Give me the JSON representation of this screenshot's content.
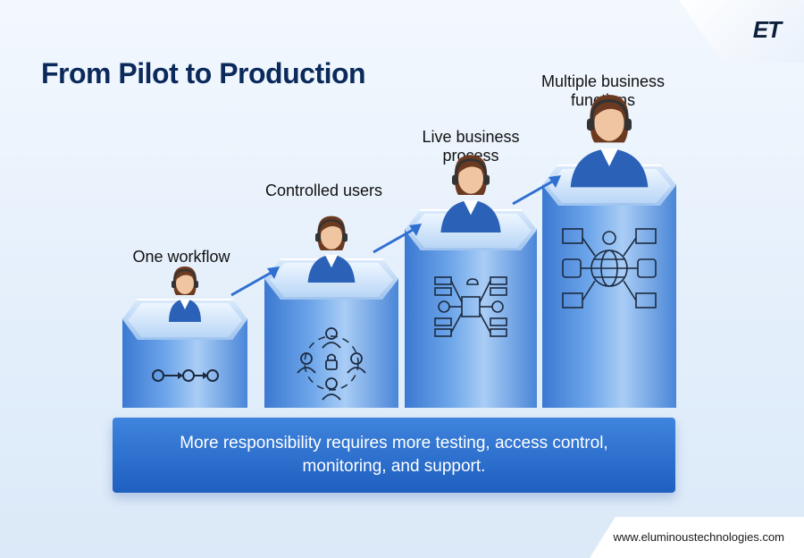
{
  "header": {
    "title": "From Pilot to Production",
    "logo": "ET"
  },
  "stages": [
    {
      "label": "One workflow",
      "icon": "workflow-icon"
    },
    {
      "label": "Controlled users",
      "icon": "users-network-icon"
    },
    {
      "label": "Live business process",
      "icon": "process-diagram-icon"
    },
    {
      "label": "Multiple business functions",
      "icon": "globe-network-icon"
    }
  ],
  "banner": {
    "text": "More responsibility requires more testing, access control, monitoring, and support."
  },
  "footer": {
    "url": "www.eluminoustechnologies.com"
  },
  "colors": {
    "title": "#0b2a5b",
    "banner": "#2a6ccf",
    "accent": "#2f6fd0"
  }
}
